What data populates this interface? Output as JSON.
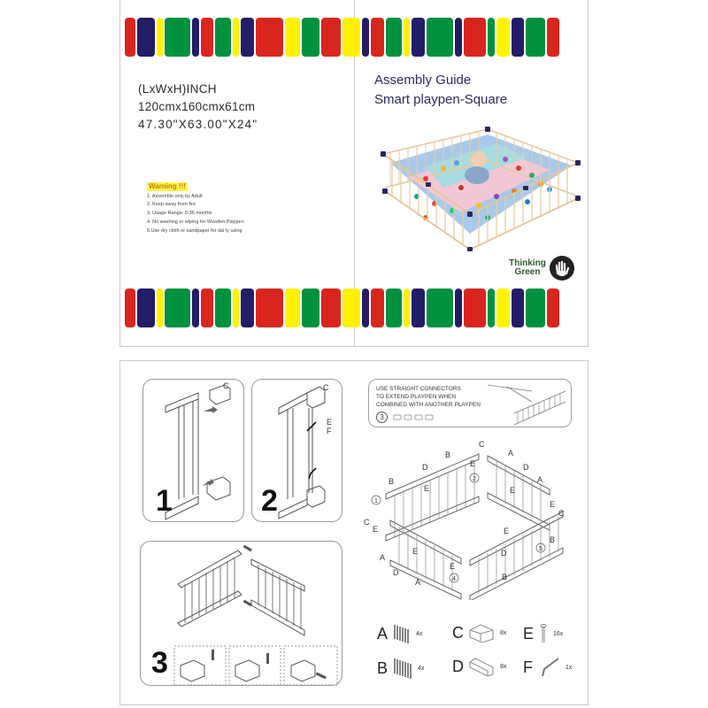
{
  "cover": {
    "left_page": {
      "dimensions": {
        "label": "(LxWxH)INCH",
        "metric": "120cmx160cmx61cm",
        "imperial": "47.30\"X63.00\"X24\""
      },
      "warning": {
        "title": "Warning !!!",
        "items": [
          "1. Assemble only by Adult",
          "2. Keep away from fire",
          "3. Usage Range: 0-36 months",
          "4. No washing or wiping for Wooden Playpen",
          "5.Use dry cloth or sandpaper for dai ly using"
        ]
      }
    },
    "right_page": {
      "title_line1": "Assembly Guide",
      "title_line2": "Smart playpen-Square",
      "photo": "wooden-square-playpen-with-baby-and-balls",
      "logo": {
        "line1": "Thinking",
        "line2": "Green",
        "icon": "hand-icon"
      }
    },
    "stripe_colors": {
      "red": "#d8261f",
      "navy": "#231c66",
      "yellow": "#fff200",
      "green": "#00913f"
    },
    "stripe_pattern": [
      [
        "red",
        12
      ],
      [
        "navy",
        20
      ],
      [
        "yellow",
        7
      ],
      [
        "green",
        29
      ],
      [
        "navy",
        8
      ],
      [
        "red",
        14
      ],
      [
        "green",
        18
      ],
      [
        "yellow",
        7
      ],
      [
        "navy",
        15
      ],
      [
        "red",
        31
      ],
      [
        "yellow",
        17
      ],
      [
        "green",
        20
      ],
      [
        "red",
        22
      ],
      [
        "yellow",
        20
      ],
      [
        "navy",
        8
      ],
      [
        "red",
        15
      ],
      [
        "green",
        18
      ],
      [
        "yellow",
        7
      ],
      [
        "navy",
        15
      ],
      [
        "green",
        30
      ],
      [
        "navy",
        8
      ],
      [
        "red",
        25
      ],
      [
        "green",
        8
      ],
      [
        "yellow",
        15
      ],
      [
        "navy",
        14
      ],
      [
        "green",
        22
      ],
      [
        "red",
        14
      ]
    ]
  },
  "instructions": {
    "step1": {
      "number": "1",
      "label_c": "C"
    },
    "step2": {
      "number": "2",
      "label_c": "C",
      "label_e": "E",
      "label_f": "F"
    },
    "step3": {
      "number": "3"
    },
    "note": {
      "lines": [
        "USE STRAIGHT CONNECTORS",
        "TO EXTEND PLAYPEN WHEN",
        "COMBINED WITH ANOTHER PLAYPEN"
      ],
      "count": "3"
    },
    "overview_labels": {
      "circled": [
        "1",
        "2",
        "4",
        "5"
      ],
      "letters": [
        "A",
        "B",
        "C",
        "D",
        "E"
      ]
    },
    "parts": [
      {
        "letter": "A",
        "qty": "4x",
        "icon": "panel-a-icon"
      },
      {
        "letter": "B",
        "qty": "4x",
        "icon": "panel-b-icon"
      },
      {
        "letter": "C",
        "qty": "8x",
        "icon": "corner-connector-icon"
      },
      {
        "letter": "D",
        "qty": "8x",
        "icon": "straight-connector-icon"
      },
      {
        "letter": "E",
        "qty": "16x",
        "icon": "screw-icon"
      },
      {
        "letter": "F",
        "qty": "1x",
        "icon": "allen-key-icon"
      }
    ]
  }
}
